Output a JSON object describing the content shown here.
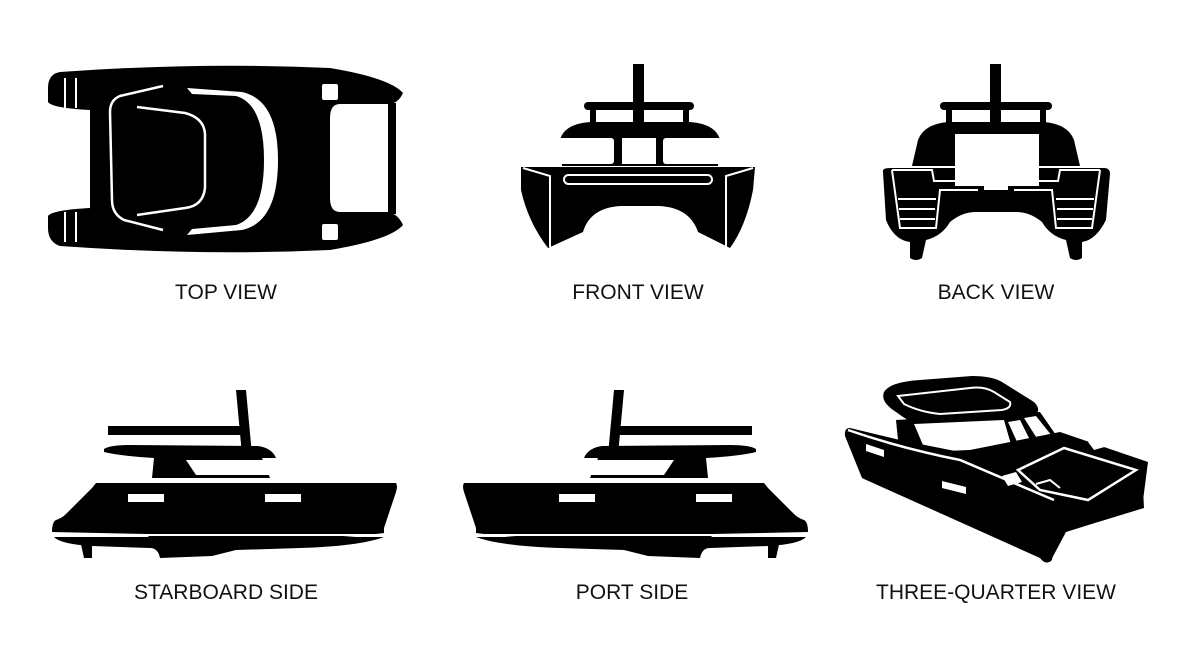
{
  "colors": {
    "silhouette": "#000000",
    "background": "#ffffff",
    "label": "#111111"
  },
  "views": [
    {
      "id": "top",
      "label": "TOP VIEW",
      "icon": "catamaran-top-view-icon"
    },
    {
      "id": "front",
      "label": "FRONT VIEW",
      "icon": "catamaran-front-view-icon"
    },
    {
      "id": "back",
      "label": "BACK VIEW",
      "icon": "catamaran-back-view-icon"
    },
    {
      "id": "starboard",
      "label": "STARBOARD SIDE",
      "icon": "catamaran-starboard-side-icon"
    },
    {
      "id": "port",
      "label": "PORT SIDE",
      "icon": "catamaran-port-side-icon"
    },
    {
      "id": "three-quarter",
      "label": "THREE-QUARTER VIEW",
      "icon": "catamaran-three-quarter-view-icon"
    }
  ]
}
